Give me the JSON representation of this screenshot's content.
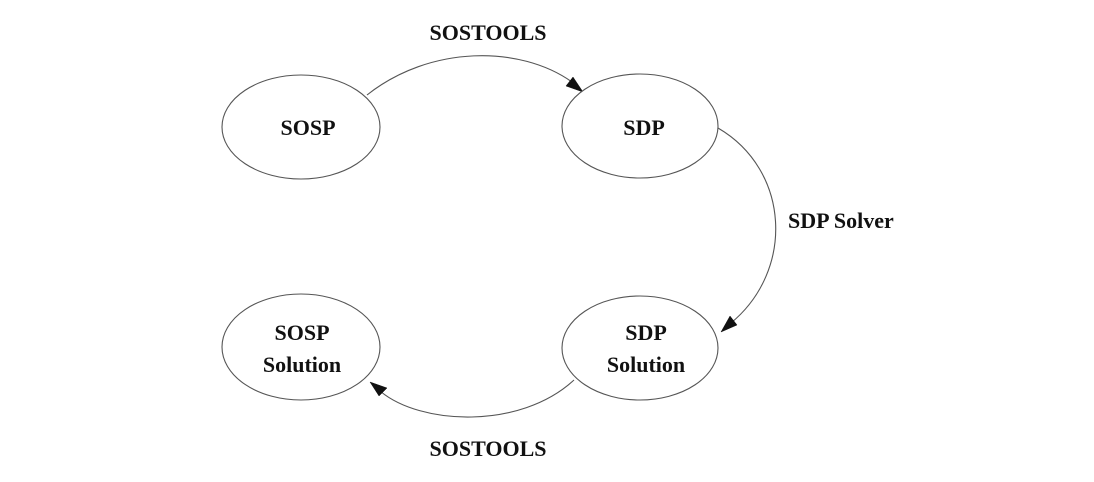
{
  "diagram": {
    "type": "flow-cycle",
    "nodes": [
      {
        "id": "sosp",
        "lines": [
          "SOSP"
        ]
      },
      {
        "id": "sdp",
        "lines": [
          "SDP"
        ]
      },
      {
        "id": "sdp_solution",
        "lines": [
          "SDP",
          "Solution"
        ]
      },
      {
        "id": "sosp_solution",
        "lines": [
          "SOSP",
          "Solution"
        ]
      }
    ],
    "edges": [
      {
        "from": "sosp",
        "to": "sdp",
        "label": "SOSTOOLS"
      },
      {
        "from": "sdp",
        "to": "sdp_solution",
        "label": "SDP Solver"
      },
      {
        "from": "sdp_solution",
        "to": "sosp_solution",
        "label": "SOSTOOLS"
      }
    ],
    "colors": {
      "background": "#ffffff",
      "stroke": "#555555",
      "text": "#111111"
    }
  }
}
